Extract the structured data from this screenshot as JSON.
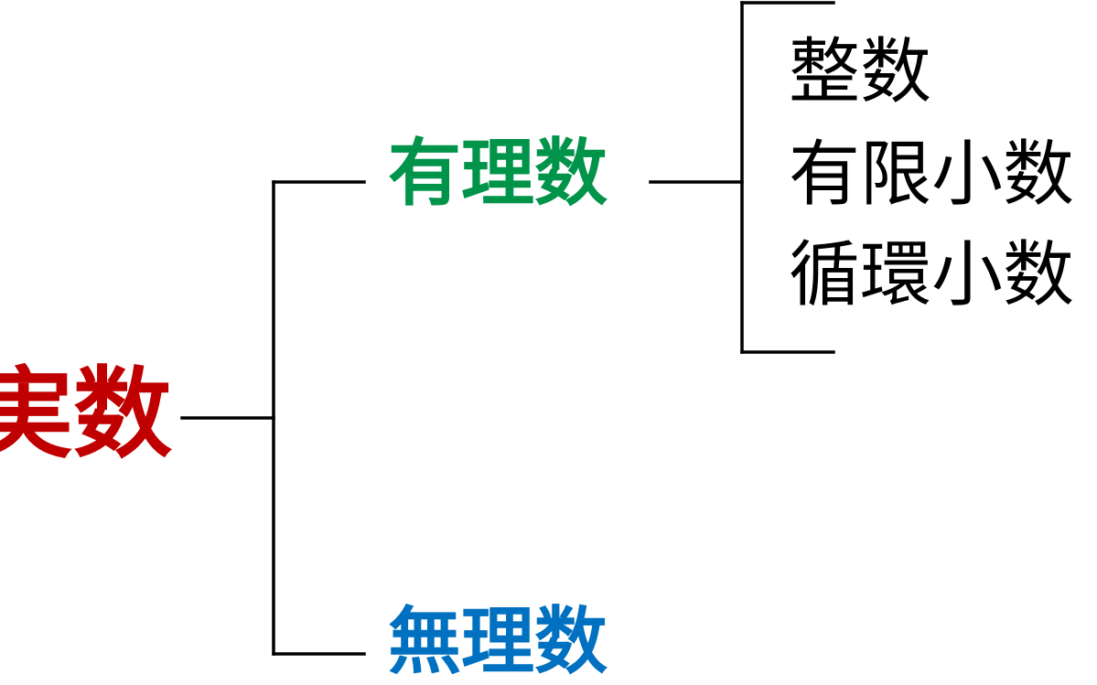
{
  "root": {
    "label": "実数",
    "color": "#c00000"
  },
  "branches": [
    {
      "label": "有理数",
      "color": "#00944a"
    },
    {
      "label": "無理数",
      "color": "#0070c0"
    }
  ],
  "subcategories": [
    "整数",
    "有限小数",
    "循環小数"
  ],
  "line_color": "#000000"
}
